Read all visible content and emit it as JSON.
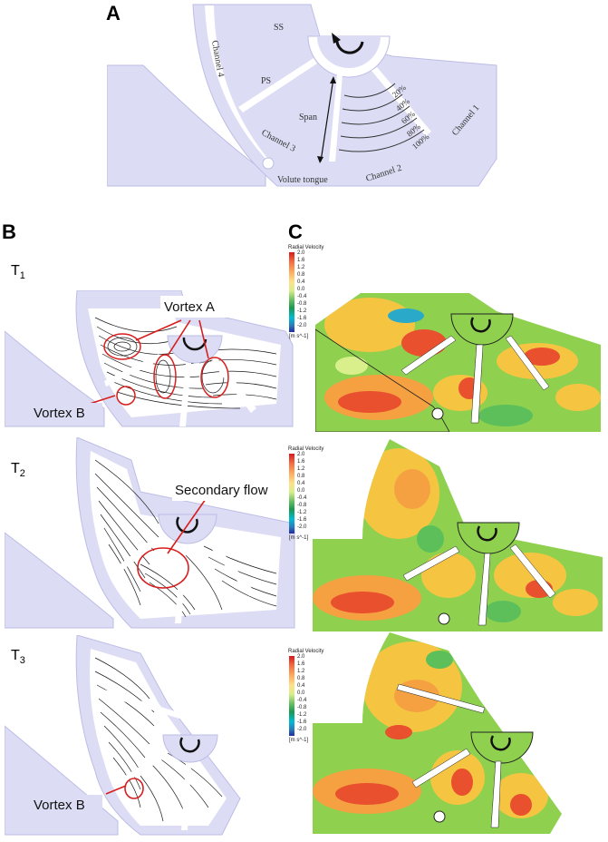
{
  "panels": {
    "a": {
      "letter": "A",
      "labels": {
        "ss": "SS",
        "ps": "PS",
        "channel1": "Channel 1",
        "channel2": "Channel 2",
        "channel3": "Channel 3",
        "channel4": "Channel 4",
        "span": "Span",
        "volute_tongue": "Volute tongue",
        "span_levels": [
          "20%",
          "40%",
          "60%",
          "80%",
          "100%"
        ]
      }
    },
    "b": {
      "letter": "B",
      "rows": [
        {
          "t": "T",
          "sub": "1",
          "annotations": [
            "Vortex A",
            "Vortex B"
          ]
        },
        {
          "t": "T",
          "sub": "2",
          "annotations": [
            "Secondary flow"
          ]
        },
        {
          "t": "T",
          "sub": "3",
          "annotations": [
            "Vortex B"
          ]
        }
      ]
    },
    "c": {
      "letter": "C",
      "legend": {
        "title": "Radial Velocity",
        "ticks": [
          "2.0",
          "1.6",
          "1.2",
          "0.8",
          "0.4",
          "0.0",
          "-0.4",
          "-0.8",
          "-1.2",
          "-1.6",
          "-2.0"
        ],
        "unit": "[m s^-1]"
      }
    }
  },
  "colors": {
    "domain": "#dcdcf4",
    "domain_stroke": "#bdbde6",
    "annotation": "#d61f1f",
    "streamline": "#1a1a1a"
  }
}
